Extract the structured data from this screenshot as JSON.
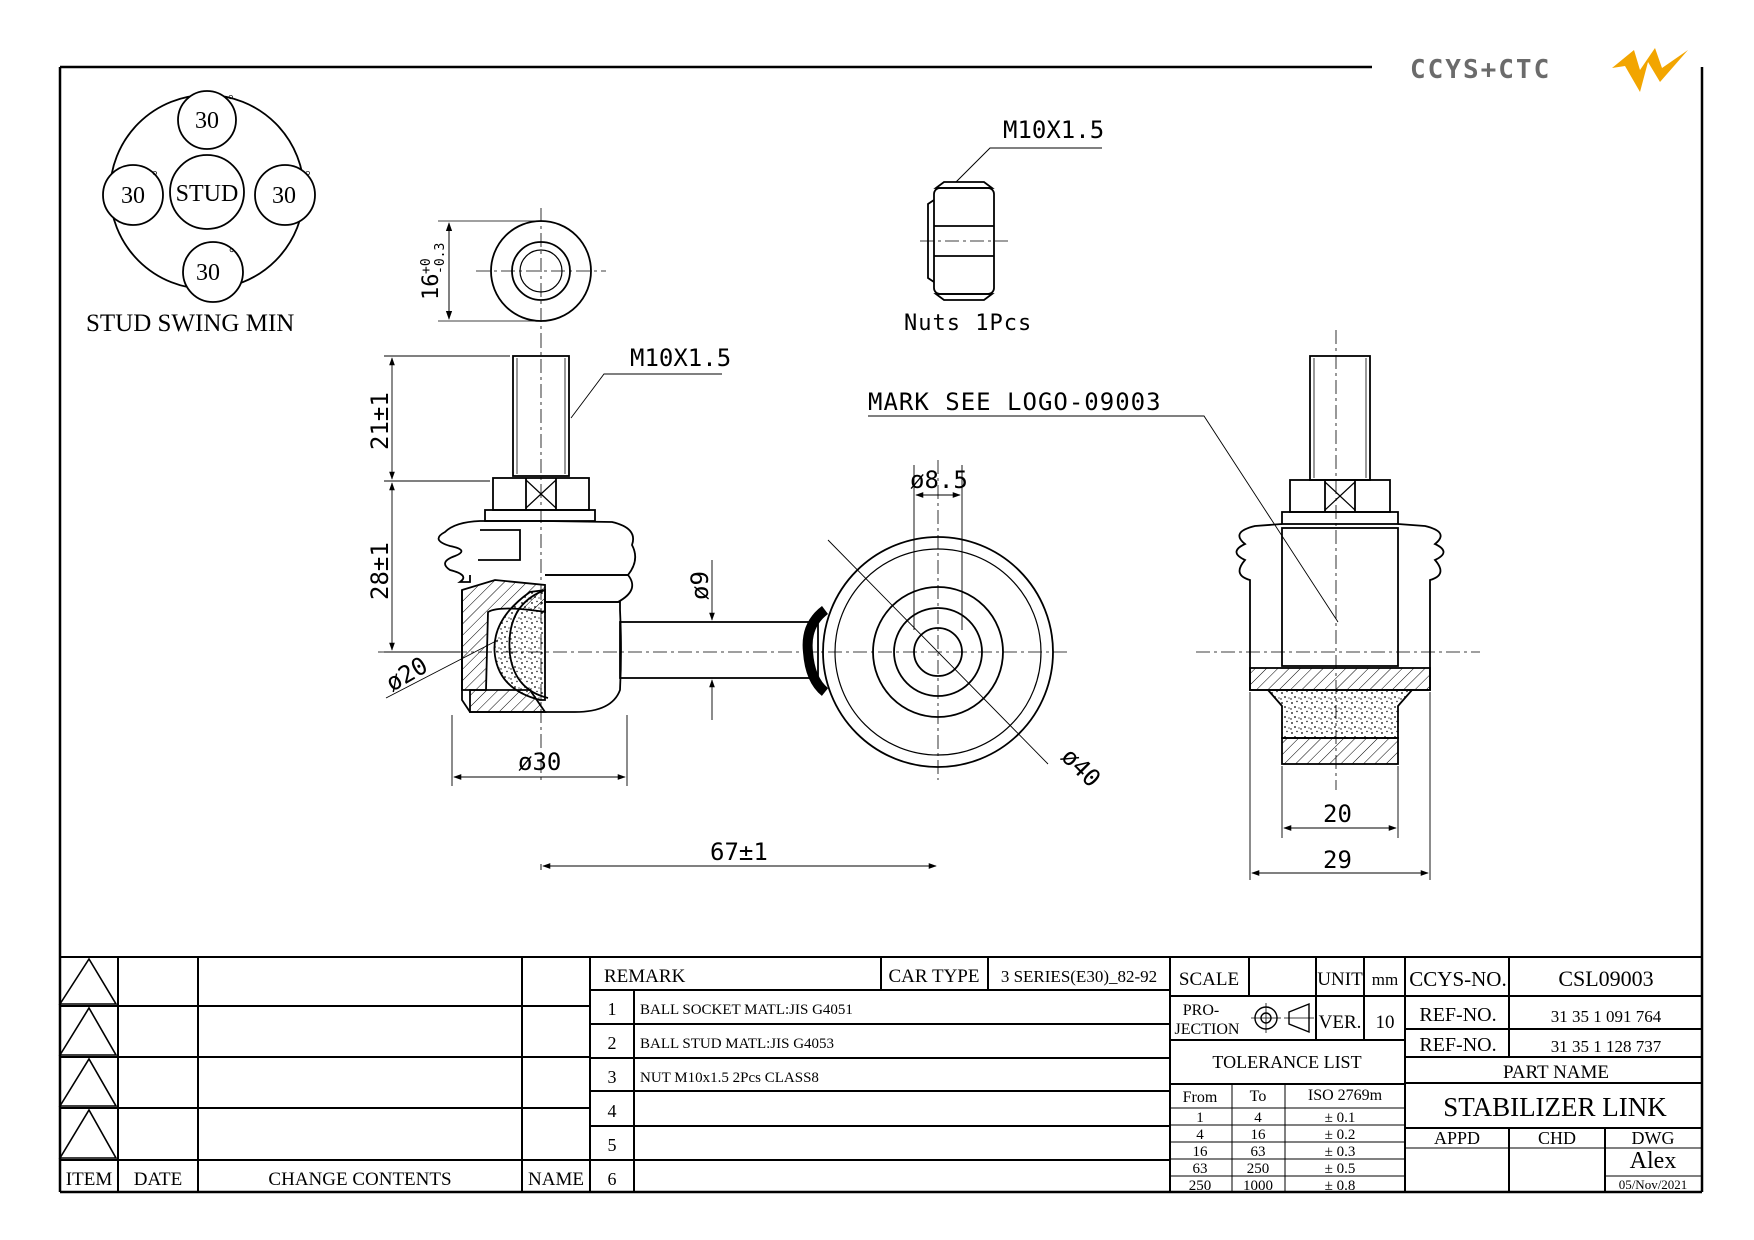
{
  "logo": {
    "text": "CCYS+CTC"
  },
  "swing": {
    "center": "STUD",
    "angles": [
      "30",
      "30",
      "30",
      "30"
    ],
    "degree": "°",
    "label": "STUD SWING MIN"
  },
  "nut": {
    "thread": "M10X1.5",
    "caption": "Nuts 1Pcs"
  },
  "top_view": {
    "height_dim": "16",
    "tol_upper": "+0",
    "tol_lower": "-0.3"
  },
  "side_view": {
    "thread": "M10X1.5",
    "thread_length": "21±1",
    "height": "28±1",
    "ball_dia": "ø20",
    "housing_dia": "ø30",
    "rod_dia": "ø9",
    "length": "67±1",
    "eye_hole": "ø8.5",
    "eye_dia": "ø40"
  },
  "section_view": {
    "mark": "MARK SEE LOGO-09003",
    "inner_width": "20",
    "outer_width": "29"
  },
  "revision_table": {
    "headers": [
      "ITEM",
      "DATE",
      "CHANGE CONTENTS",
      "NAME"
    ]
  },
  "remarks": {
    "title": "REMARK",
    "car_type_label": "CAR TYPE",
    "car_type": "3 SERIES(E30)_82-92",
    "items": [
      {
        "no": "1",
        "text": "BALL SOCKET MATL:JIS G4051"
      },
      {
        "no": "2",
        "text": "BALL STUD MATL:JIS G4053"
      },
      {
        "no": "3",
        "text": "NUT M10x1.5 2Pcs CLASS8"
      },
      {
        "no": "4",
        "text": ""
      },
      {
        "no": "5",
        "text": ""
      },
      {
        "no": "6",
        "text": ""
      }
    ]
  },
  "specs": {
    "scale_label": "SCALE",
    "scale": "",
    "unit_label": "UNIT",
    "unit": "mm",
    "projection_label_1": "PRO-",
    "projection_label_2": "JECTION",
    "ver_label": "VER.",
    "ver": "10",
    "tolerance_title": "TOLERANCE LIST",
    "tolerance_headers": [
      "From",
      "To",
      "ISO 2769m"
    ],
    "tolerances": [
      {
        "from": "1",
        "to": "4",
        "tol": "± 0.1"
      },
      {
        "from": "4",
        "to": "16",
        "tol": "± 0.2"
      },
      {
        "from": "16",
        "to": "63",
        "tol": "± 0.3"
      },
      {
        "from": "63",
        "to": "250",
        "tol": "± 0.5"
      },
      {
        "from": "250",
        "to": "1000",
        "tol": "± 0.8"
      }
    ]
  },
  "title_block": {
    "ccys_label": "CCYS-NO.",
    "ccys_no": "CSL09003",
    "ref_label": "REF-NO.",
    "ref_no_1": "31 35 1 091 764",
    "ref_no_2": "31 35 1 128 737",
    "part_name_label": "PART NAME",
    "part_name": "STABILIZER LINK",
    "appd_label": "APPD",
    "chd_label": "CHD",
    "dwg_label": "DWG",
    "drawer": "Alex",
    "date": "05/Nov/2021"
  }
}
